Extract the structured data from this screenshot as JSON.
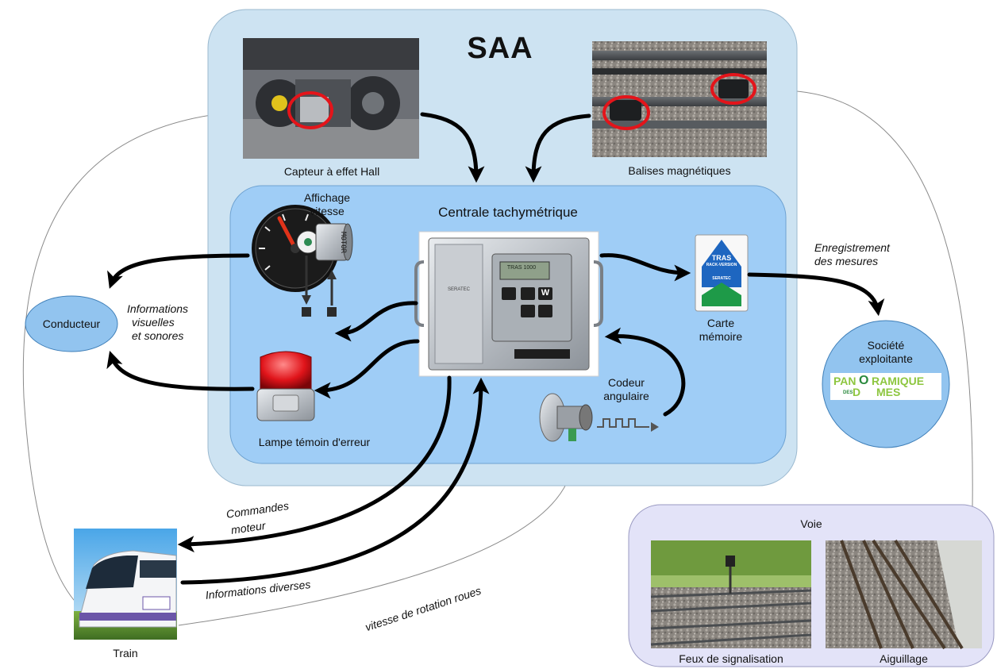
{
  "saa": {
    "title": "SAA"
  },
  "centrale": {
    "title": "Centrale tachymétrique",
    "device_label": "TRAS 1000",
    "device_brand": "SERATEC",
    "key_w": "W"
  },
  "capteur": {
    "label": "Capteur à effet Hall"
  },
  "balises": {
    "label": "Balises magnétiques"
  },
  "affichage": {
    "label_line1": "Affichage",
    "label_line2": "vitesse",
    "motor_text": "MOTOR"
  },
  "lampe": {
    "label": "Lampe témoin d'erreur"
  },
  "codeur": {
    "label_line1": "Codeur",
    "label_line2": "angulaire"
  },
  "carte": {
    "label_line1": "Carte",
    "label_line2": "mémoire",
    "card_line1": "TRAS",
    "card_line2": "RACK-VERSION",
    "card_line3": "SERATEC"
  },
  "conducteur": {
    "label": "Conducteur"
  },
  "societe": {
    "label_line1": "Société",
    "label_line2": "exploitante",
    "logo_line1": "PAN",
    "logo_mid": "O",
    "logo_line2": "RAMIQUE",
    "logo_des": "DES",
    "logo_line3": "D",
    "logo_line4": "MES"
  },
  "train": {
    "label": "Train"
  },
  "voie": {
    "title": "Voie",
    "photo1_label": "Feux de signalisation",
    "photo2_label": "Aiguillage"
  },
  "annotations": {
    "informations_line1": "Informations",
    "informations_line2": "visuelles",
    "informations_line3": "et sonores",
    "enregistrement_line1": "Enregistrement",
    "enregistrement_line2": "des mesures",
    "commandes_line1": "Commandes",
    "commandes_line2": "moteur",
    "informations_diverses": "Informations diverses",
    "vitesse_rotation": "vitesse de rotation roues"
  },
  "colors": {
    "saa_bg": "#cde3f2",
    "centrale_bg": "#9fcdf6",
    "ellipse_bg": "#92c4ef",
    "voie_bg": "#e3e3f8",
    "arrow": "#000000",
    "thin_line": "#8a8a8a",
    "ring": "#e4141a"
  }
}
